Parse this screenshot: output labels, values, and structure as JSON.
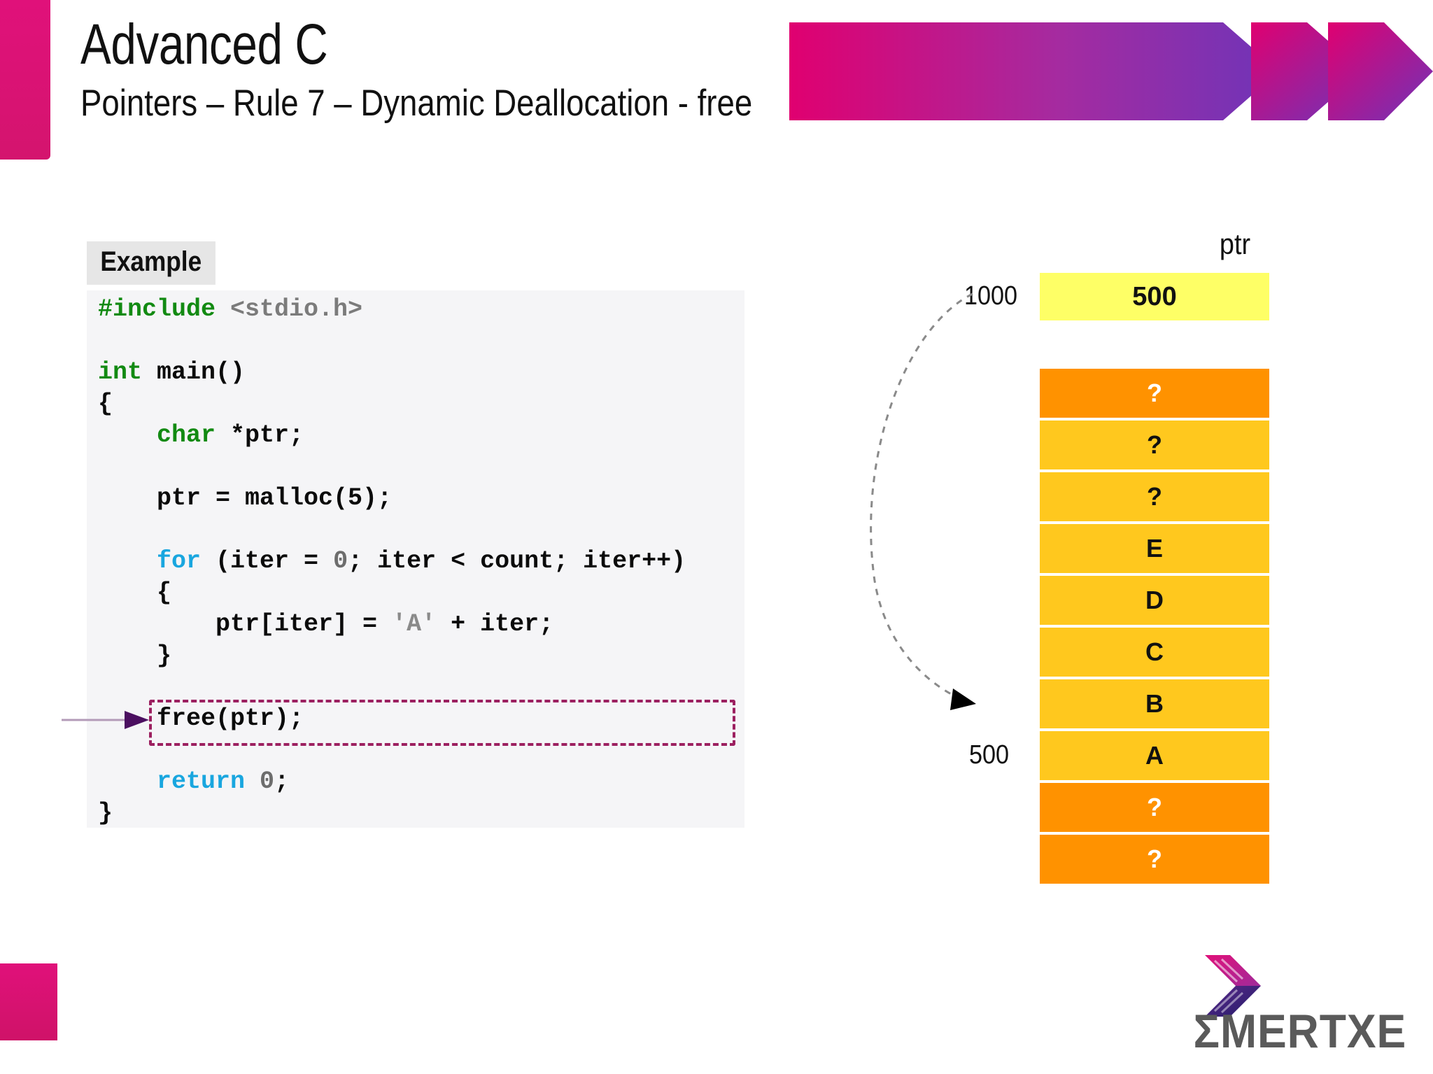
{
  "header": {
    "title": "Advanced C",
    "subtitle": "Pointers – Rule 7 – Dynamic Deallocation - free",
    "accent_pink": "#d81b60",
    "accent_purple": "#7b2fb5"
  },
  "example": {
    "label": "Example",
    "code_lines": [
      {
        "segments": [
          {
            "text": "#include ",
            "cls": "kw-green"
          },
          {
            "text": "<stdio.h>",
            "cls": "inc-gray"
          }
        ]
      },
      {
        "segments": [
          {
            "text": "",
            "cls": ""
          }
        ]
      },
      {
        "segments": [
          {
            "text": "int ",
            "cls": "kw-green"
          },
          {
            "text": "main()",
            "cls": ""
          }
        ]
      },
      {
        "segments": [
          {
            "text": "{",
            "cls": ""
          }
        ]
      },
      {
        "segments": [
          {
            "text": "    char ",
            "cls": "kw-green"
          },
          {
            "text": "*ptr;",
            "cls": ""
          }
        ]
      },
      {
        "segments": [
          {
            "text": "",
            "cls": ""
          }
        ]
      },
      {
        "segments": [
          {
            "text": "    ptr = malloc(5);",
            "cls": ""
          }
        ]
      },
      {
        "segments": [
          {
            "text": "",
            "cls": ""
          }
        ]
      },
      {
        "segments": [
          {
            "text": "    for",
            "cls": "kw-blue"
          },
          {
            "text": " (iter = ",
            "cls": ""
          },
          {
            "text": "0",
            "cls": "num-gray"
          },
          {
            "text": "; iter < count; iter++)",
            "cls": ""
          }
        ]
      },
      {
        "segments": [
          {
            "text": "    {",
            "cls": ""
          }
        ]
      },
      {
        "segments": [
          {
            "text": "        ptr[iter] = ",
            "cls": ""
          },
          {
            "text": "'A'",
            "cls": "lit-gray"
          },
          {
            "text": " + iter;",
            "cls": ""
          }
        ]
      },
      {
        "segments": [
          {
            "text": "    }",
            "cls": ""
          }
        ]
      },
      {
        "segments": [
          {
            "text": "",
            "cls": ""
          }
        ]
      },
      {
        "segments": [
          {
            "text": "    free(ptr);",
            "cls": ""
          }
        ]
      },
      {
        "segments": [
          {
            "text": "",
            "cls": ""
          }
        ]
      },
      {
        "segments": [
          {
            "text": "    return ",
            "cls": "kw-blue"
          },
          {
            "text": "0",
            "cls": "num-gray"
          },
          {
            "text": ";",
            "cls": ""
          }
        ]
      },
      {
        "segments": [
          {
            "text": "}",
            "cls": ""
          }
        ]
      }
    ],
    "highlighted_line": "free(ptr);",
    "highlight_color": "#9c2060"
  },
  "diagram": {
    "pointer_name": "ptr",
    "pointer_value": "500",
    "pointer_address": "1000",
    "heap_address": "500",
    "pointer_box_color": "#feff66",
    "heap_cells": [
      {
        "value": "?",
        "color": "orange"
      },
      {
        "value": "?",
        "color": "gold"
      },
      {
        "value": "?",
        "color": "gold"
      },
      {
        "value": "E",
        "color": "gold"
      },
      {
        "value": "D",
        "color": "gold"
      },
      {
        "value": "C",
        "color": "gold"
      },
      {
        "value": "B",
        "color": "gold"
      },
      {
        "value": "A",
        "color": "gold"
      },
      {
        "value": "?",
        "color": "orange"
      },
      {
        "value": "?",
        "color": "orange"
      }
    ],
    "gold_color": "#ffc81e",
    "orange_color": "#ff9200"
  },
  "footer": {
    "logo_text": "MERTXE",
    "logo_sigma": "Σ",
    "logo_text_color": "#5a5a5a"
  }
}
